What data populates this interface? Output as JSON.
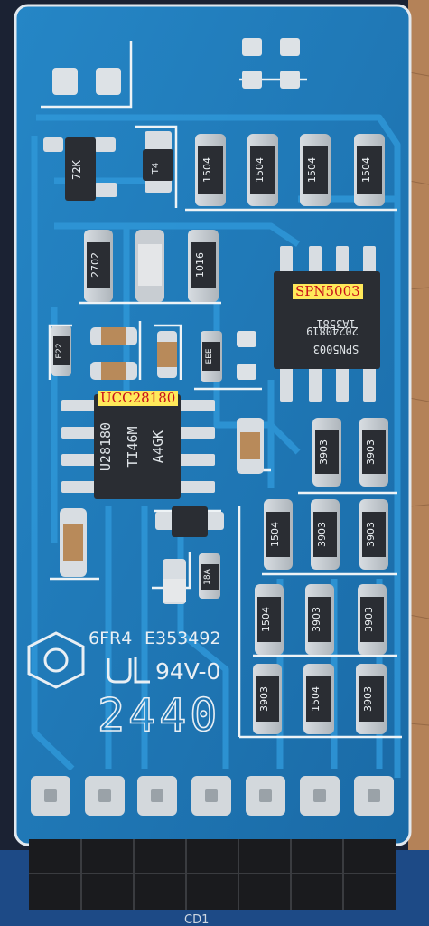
{
  "labels": {
    "spn": "SPN5003",
    "ucc": "UCC28180"
  },
  "chips": {
    "spn_marking": [
      "1A3581",
      "20240819",
      "SPN5003"
    ],
    "ucc_marking": [
      "U28180",
      "TI46M",
      "A4GK"
    ]
  },
  "silkscreen": {
    "fr4": "6FR4",
    "ul_file": "E353492",
    "rating": "94V-0",
    "date_code": "2440",
    "connector": "CD1"
  },
  "components": {
    "q_top": "72K",
    "small_diode": "T4",
    "top_resistors": [
      "1504",
      "1504",
      "1504",
      "1504"
    ],
    "mid_row": [
      "2702",
      "1016"
    ],
    "cap_left": "E22",
    "cap_mid": "EEE",
    "diode_small": "18A",
    "right_grid": [
      "3903",
      "3903",
      "1504",
      "3903",
      "3903",
      "1504",
      "3903",
      "3903",
      "1504",
      "3903",
      "3903"
    ]
  },
  "colors": {
    "pcb": "#1f76b6",
    "trace": "#2b8ed0",
    "mask_edge": "#e8eef3",
    "pad": "#d8dde2",
    "chip": "#2a2d33",
    "label_bg": "#ffe95a",
    "label_text": "#c8101a"
  }
}
